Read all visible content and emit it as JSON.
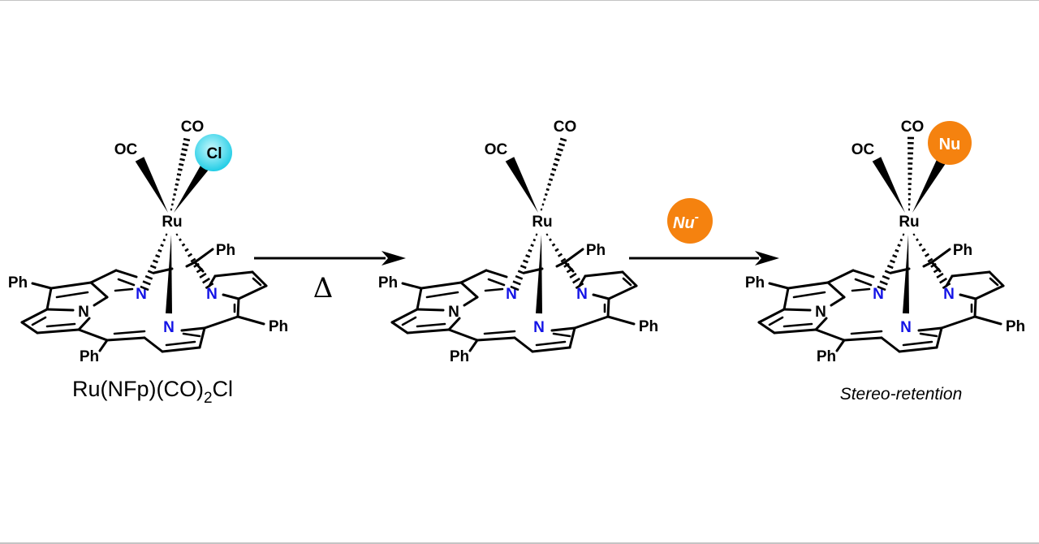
{
  "scheme": {
    "title": "Thermal isomerization and nucleophilic substitution of Ru N-fused porphyrin complex",
    "colors": {
      "bond": "#000000",
      "nitrogen": "#1414e6",
      "chloride_sphere_light": "#c8f8fc",
      "chloride_sphere_dark": "#22cde6",
      "nucleophile_sphere": "#f5820f",
      "nucleophile_text": "#ffffff",
      "frame": "#c4c4c4"
    },
    "molecules": [
      {
        "id": "starting-complex",
        "metal": "Ru",
        "ligands": {
          "co_left": "OC",
          "co_top": "CO",
          "axial": "Cl"
        },
        "axial_style": "cyan-sphere",
        "macrocycle": {
          "n_labels": [
            "N",
            "N",
            "N",
            "N"
          ],
          "ph_labels": [
            "Ph",
            "Ph",
            "Ph",
            "Ph"
          ]
        },
        "caption_main": "Ru(NFp)(CO)",
        "caption_sub": "2",
        "caption_tail": "Cl"
      },
      {
        "id": "intermediate-complex",
        "metal": "Ru",
        "ligands": {
          "co_left": "OC",
          "co_top": "CO",
          "axial": ""
        },
        "axial_style": "none",
        "macrocycle": {
          "n_labels": [
            "N",
            "N",
            "N",
            "N"
          ],
          "ph_labels": [
            "Ph",
            "Ph",
            "Ph",
            "Ph"
          ]
        },
        "caption": ""
      },
      {
        "id": "product-complex",
        "metal": "Ru",
        "ligands": {
          "co_left": "OC",
          "co_top": "CO",
          "axial": "Nu"
        },
        "axial_style": "orange-sphere",
        "macrocycle": {
          "n_labels": [
            "N",
            "N",
            "N",
            "N"
          ],
          "ph_labels": [
            "Ph",
            "Ph",
            "Ph",
            "Ph"
          ]
        },
        "caption": "Stereo-retention"
      }
    ],
    "arrows": [
      {
        "id": "heat-arrow",
        "condition": "Δ",
        "condition_type": "heat"
      },
      {
        "id": "nucleophile-arrow",
        "condition": "Nu",
        "condition_charge": "-",
        "condition_type": "reagent-sphere"
      }
    ]
  }
}
